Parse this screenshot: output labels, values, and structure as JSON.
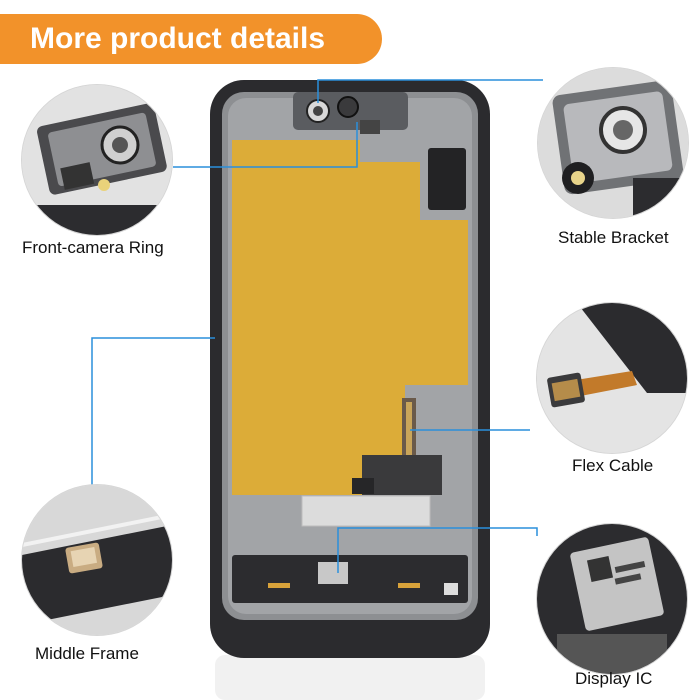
{
  "banner": {
    "title": "More product details"
  },
  "callouts": {
    "front_camera_ring": "Front-camera Ring",
    "stable_bracket": "Stable Bracket",
    "flex_cable": "Flex Cable",
    "middle_frame": "Middle Frame",
    "display_ic": "Display IC"
  },
  "colors": {
    "accent": "#f2922a",
    "leader_line": "#2a8fdc",
    "adhesive": "#dcac38",
    "frame": "#2b2b2e"
  }
}
